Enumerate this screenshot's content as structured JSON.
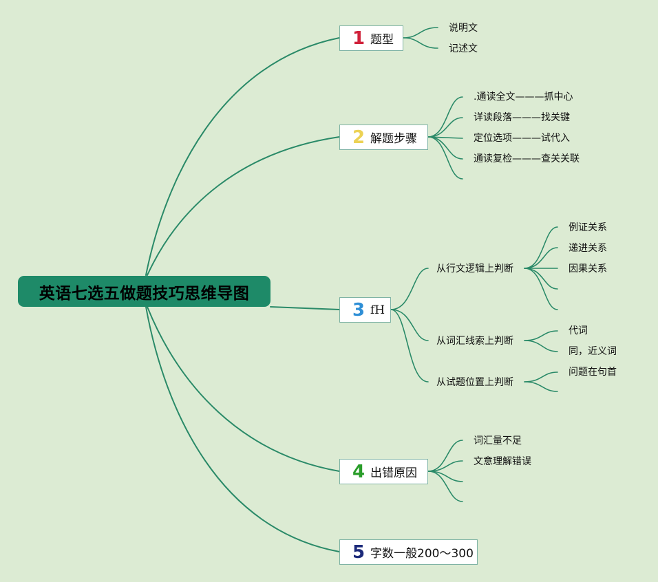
{
  "root": {
    "title": "英语七选五做题技巧思维导图"
  },
  "branches": [
    {
      "number": "1",
      "number_color": "#d0213a",
      "label": "题型",
      "children": [
        "说明文",
        "记述文"
      ]
    },
    {
      "number": "2",
      "number_color": "#ecd255",
      "label": "解题步骤",
      "children": [
        ".通读全文———抓中心",
        "详读段落———找关键",
        "定位选项———试代入",
        "通读复检———查关关联",
        ""
      ]
    },
    {
      "number": "3",
      "number_color": "#2f8fd6",
      "label": "fH",
      "children": [
        {
          "label": "从行文逻辑上判断",
          "children": [
            "例证关系",
            "递进关系",
            "因果关系",
            "",
            ""
          ]
        },
        {
          "label": "从词汇线索上判断",
          "children": [
            "代词",
            "同，近义词"
          ]
        },
        {
          "label": "从试题位置上判断",
          "children": [
            "问题在句首",
            ""
          ]
        }
      ]
    },
    {
      "number": "4",
      "number_color": "#2a9d2a",
      "label": "出错原因",
      "children": [
        "词汇量不足",
        "文意理解错误",
        "",
        ""
      ]
    },
    {
      "number": "5",
      "number_color": "#1c2a7a",
      "label": "字数一般200～300",
      "children": []
    }
  ]
}
